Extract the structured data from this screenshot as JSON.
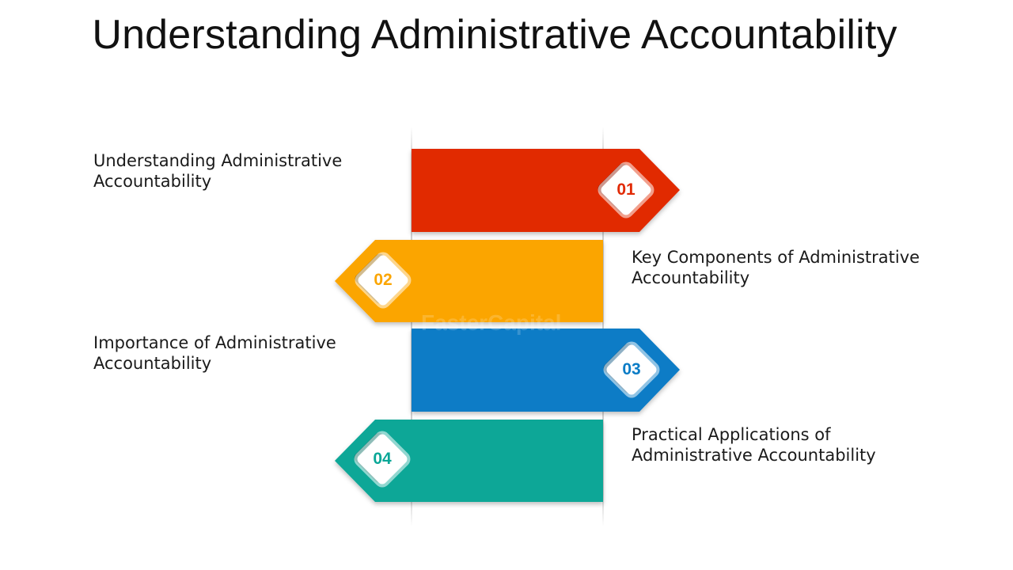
{
  "title": "Understanding Administrative Accountability",
  "steps": [
    {
      "number": "01",
      "label_lines": [
        "Understanding Administrative",
        "Accountability"
      ],
      "color": "#E12A05",
      "dark": "#8E1A05"
    },
    {
      "number": "02",
      "label_lines": [
        "Key Components of Administrative",
        "Accountability"
      ],
      "color": "#FBA500",
      "dark": "#9C6A08"
    },
    {
      "number": "03",
      "label_lines": [
        "Importance of Administrative",
        "Accountability"
      ],
      "color": "#0A7CC6",
      "dark": "#06507E"
    },
    {
      "number": "04",
      "label_lines": [
        "Practical Applications of",
        "Administrative Accountability"
      ],
      "color": "#0AA797",
      "dark": "#066D63"
    }
  ],
  "watermark": "FasterCapital"
}
